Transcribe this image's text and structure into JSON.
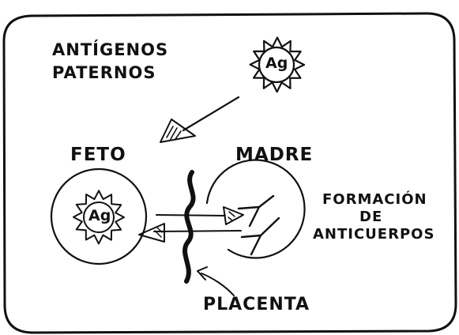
{
  "labels": {
    "antigenos_line1": "ANTÍGENOS",
    "antigenos_line2": "PATERNOS",
    "feto": "FETO",
    "madre": "MADRE",
    "formacion_line1": "FORMACIÓN",
    "formacion_line2": "DE",
    "formacion_line3": "ANTICUERPOS",
    "placenta": "PLACENTA",
    "antigen_symbol": "Ag"
  },
  "colors": {
    "ink": "#111111",
    "background": "#ffffff"
  }
}
